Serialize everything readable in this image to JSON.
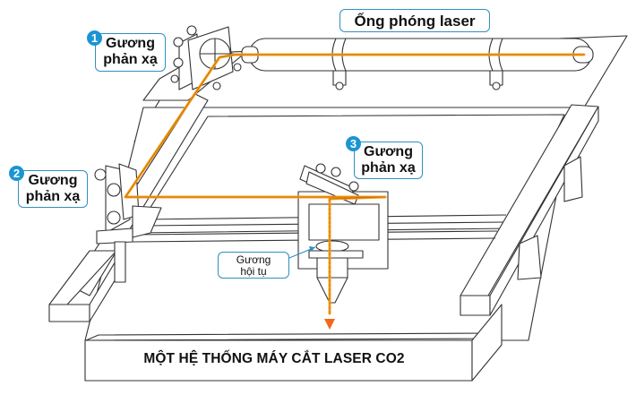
{
  "diagram": {
    "title": "MỘT HỆ THỐNG MÁY CẮT LASER CO2",
    "labels": {
      "laser_tube": "Ống phóng laser",
      "mirror_1": {
        "badge": "1",
        "line1": "Gương",
        "line2": "phản xạ"
      },
      "mirror_2": {
        "badge": "2",
        "line1": "Gương",
        "line2": "phản xạ"
      },
      "mirror_3": {
        "badge": "3",
        "line1": "Gương",
        "line2": "phản xạ"
      },
      "focus_lens": {
        "line1": "Gương",
        "line2": "hội tụ"
      }
    },
    "colors": {
      "laser_beam": "#f5a623",
      "laser_beam_core": "#e07b00",
      "beam_arrow": "#f06a1a",
      "label_border": "#2f8fbf",
      "badge": "#1a95d2",
      "line_art": "#333333"
    },
    "components": [
      "laser-tube",
      "mirror-1",
      "mirror-2",
      "mirror-3",
      "focus-lens",
      "laser-head",
      "gantry-rails",
      "work-table"
    ]
  }
}
